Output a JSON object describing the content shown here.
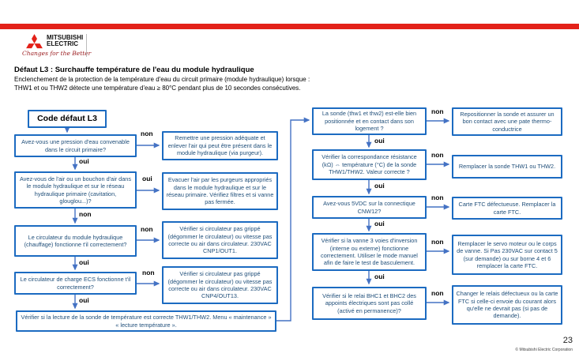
{
  "header": {
    "brand_line1": "MITSUBISHI",
    "brand_line2": "ELECTRIC",
    "tagline": "Changes for the Better"
  },
  "title": {
    "main": "Défaut L3 : Surchauffe température de l'eau du module hydraulique",
    "sub1": "Enclenchement de la protection de la température d'eau du circuit primaire (module hydraulique) lorsque :",
    "sub2": "THW1 et ou THW2 détecte une température d'eau ≥ 80°C pendant plus de 10 secondes consécutives."
  },
  "flowchart": {
    "start_label": "Code défaut L3",
    "questions": [
      "Avez-vous une pression d'eau convenable dans le circuit primaire?",
      "Avez-vous de l'air ou un bouchon d'air dans le module hydraulique et sur le réseau hydraulique primaire (cavitation, glouglou...)?",
      "Le circulateur du module hydraulique (chauffage) fonctionne t'il correctement?",
      "Le circulateur de charge ECS fonctionne t'il correctement?"
    ],
    "final_check": "Vérifier si la lecture de la sonde de température est correcte THW1/THW2. Menu « maintenance » « lecture température ».",
    "actions_col2": [
      "Remettre une pression adéquate et enlever l'air qui peut être présent dans le module hydraulique (via purgeur).",
      "Evacuer l'air par les purgeurs appropriés dans le module hydraulique et sur le réseau primaire. Vérifiez filtres et si vanne pas fermée.",
      "Vérifier si circulateur pas grippé (dégommer le circulateur) ou vitesse pas correcte ou air dans circulateur. 230VAC CNP1/OUT1.",
      "Vérifier si circulateur pas grippé (dégommer le circulateur) ou vitesse pas correcte ou air dans circulateur. 230VAC CNP4/OUT13."
    ],
    "questions_col3": [
      "La sonde (thw1 et thw2) est-elle bien positionnée et en contact dans son logement ?",
      "Vérifier la correspondance résistance (kΩ) ⇔ température (°C) de la sonde THW1/THW2. Valeur correcte ?",
      "Avez-vous 5VDC sur la connectique CNW12?",
      "Vérifier si la vanne 3 voies d'inversion (interne ou externe) fonctionne correctement. Utiliser le mode manuel afin de faire le test de basculement.",
      "Vérifier si le relai BHC1 et BHC2 des appoints électriques sont pas collé (activé en permanence)?"
    ],
    "actions_col4": [
      "Repositionner la sonde et assurer un bon contact avec  une pate thermo-conductrice",
      "Remplacer la sonde THW1 ou THW2.",
      "Carte FTC défectueuse. Remplacer la carte FTC.",
      "Remplacer le servo moteur ou le corps de vanne. Si Pas 230VAC sur contact 5 (sur demande) ou sur borne 4 et 6 remplacer la carte FTC.",
      "Changer le relais défectueux ou la carte FTC si celle-ci envoie du courant alors qu'elle ne devrait pas (si pas de demande)."
    ],
    "labels": {
      "oui": "oui",
      "non": "non"
    }
  },
  "footer": {
    "page_number": "23",
    "copyright": "© Mitsubishi Electric Corporation"
  },
  "colors": {
    "brand_red": "#e32119",
    "box_border_blue": "#1c6bc1",
    "box_text_navy": "#1f4e79",
    "arrow_blue": "#4472c4"
  }
}
